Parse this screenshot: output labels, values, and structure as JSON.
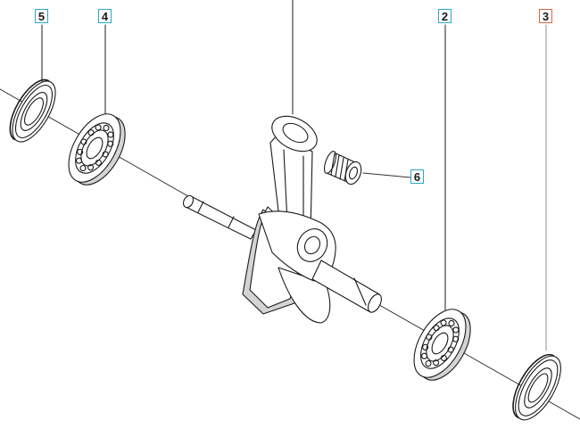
{
  "diagram": {
    "callouts": [
      {
        "id": "callout-5",
        "label": "5",
        "border_color": "#2aa7c9"
      },
      {
        "id": "callout-4",
        "label": "4",
        "border_color": "#2aa7c9"
      },
      {
        "id": "callout-2",
        "label": "2",
        "border_color": "#2aa7c9"
      },
      {
        "id": "callout-3",
        "label": "3",
        "border_color": "#e0623e"
      },
      {
        "id": "callout-6",
        "label": "6",
        "border_color": "#2aa7c9"
      }
    ],
    "parts": [
      "oil-seal-left",
      "ball-bearing-left",
      "crankshaft",
      "connecting-rod",
      "needle-bearing",
      "ball-bearing-right",
      "oil-seal-right"
    ],
    "colors": {
      "line": "#1a1a1a",
      "leader_dark": "#333333",
      "leader_light": "#9a9a9a",
      "face": "#ffffff",
      "shade": "#d4d4d4"
    }
  }
}
